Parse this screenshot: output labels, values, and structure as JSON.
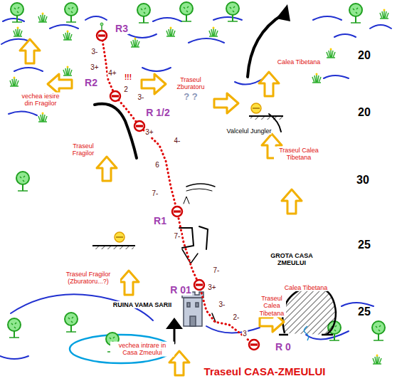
{
  "diagram": {
    "caption": "Traseul CASA-ZMEULUI",
    "labels": [
      "R3",
      "Calea Tibetana",
      "20",
      "3-",
      "3+",
      "4+",
      "!!!",
      "R2",
      "vechea iesire din Fragilor",
      "Traseul Zburatoru",
      "2",
      "3-",
      "? ?",
      "R 1/2",
      "20",
      "Valcelul Jungler",
      "3+",
      "4-",
      "Traseul Fragilor",
      "Traseul Calea Tibetana",
      "6",
      "30",
      "7-",
      "R1",
      "7-",
      "25",
      "GROTA CASA ZMEULUI",
      "7-",
      "Traseul Fragilor (Zburatoru...?)",
      "Calea Tibetana",
      "R 01",
      "3+",
      "RUINA VAMA SARII",
      "Traseul Calea Tibetana",
      "3-",
      "25",
      "2-",
      "3",
      "R 0",
      "vechea intrare in Casa Zmeului"
    ]
  }
}
